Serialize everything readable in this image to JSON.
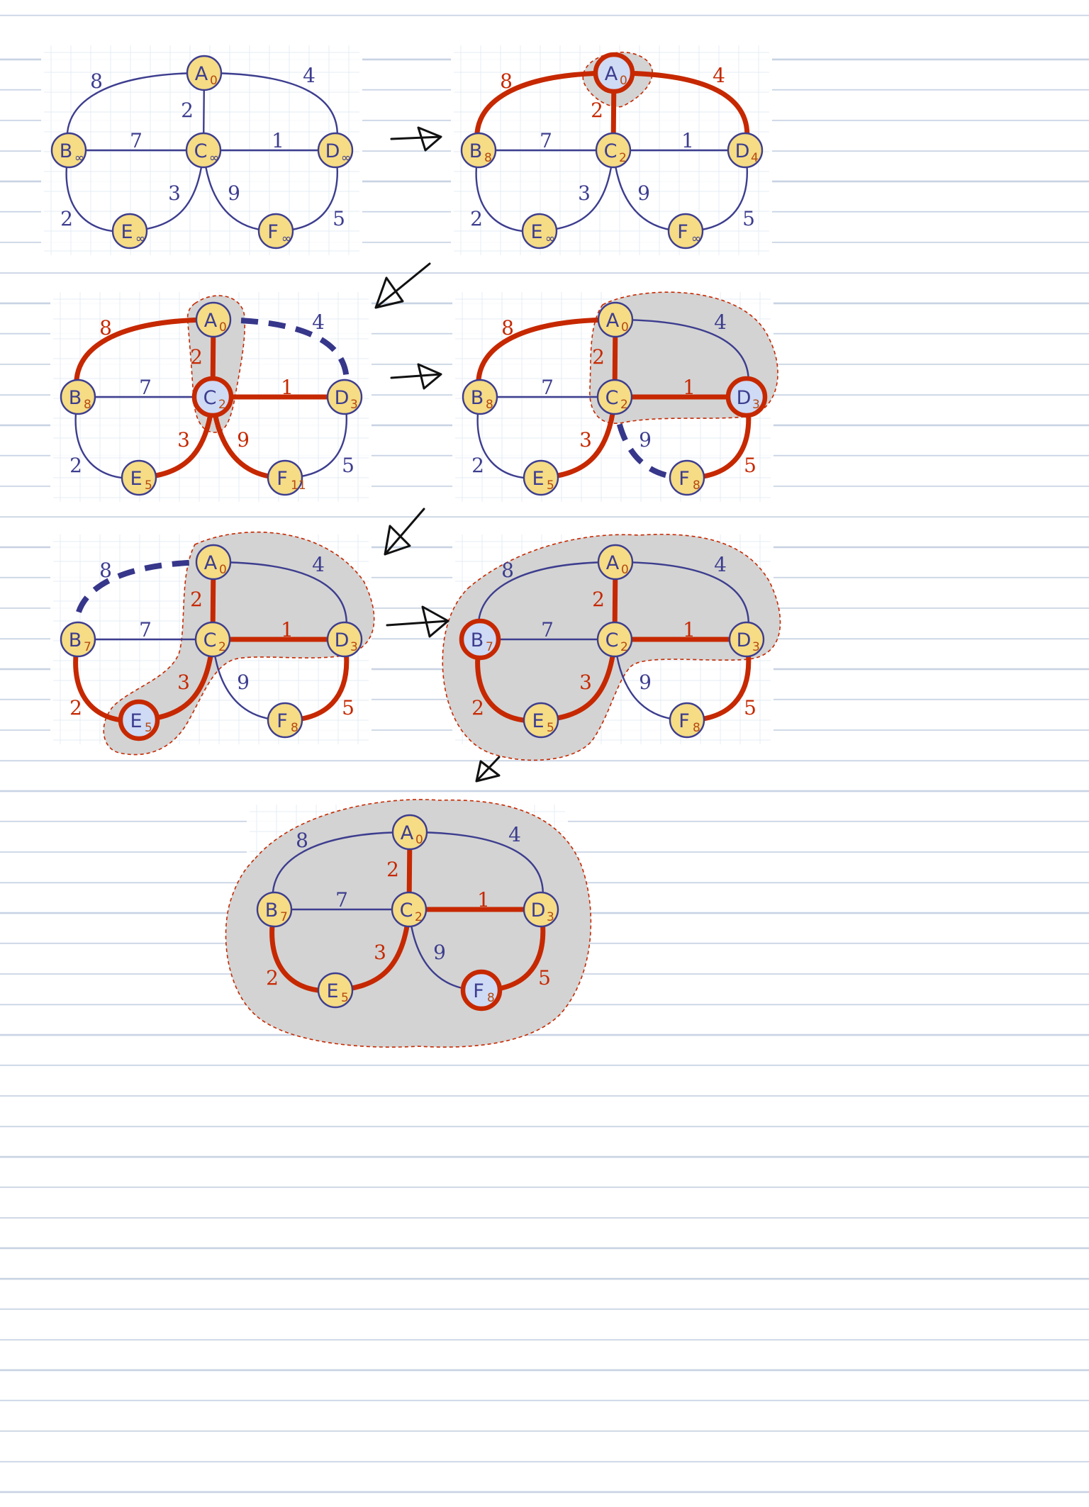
{
  "graph": {
    "nodes": [
      "A",
      "B",
      "C",
      "D",
      "E",
      "F"
    ],
    "edges": [
      {
        "id": "AB",
        "weight": "8"
      },
      {
        "id": "AD",
        "weight": "4"
      },
      {
        "id": "AC",
        "weight": "2"
      },
      {
        "id": "BC",
        "weight": "7"
      },
      {
        "id": "CD",
        "weight": "1"
      },
      {
        "id": "BE",
        "weight": "2"
      },
      {
        "id": "CE",
        "weight": "3"
      },
      {
        "id": "CF",
        "weight": "9"
      },
      {
        "id": "DF",
        "weight": "5"
      }
    ]
  },
  "steps": [
    {
      "labels": {
        "A": "0",
        "B": "∞",
        "C": "∞",
        "D": "∞",
        "E": "∞",
        "F": "∞"
      },
      "current": "",
      "cloud": "none",
      "selected": [],
      "candidate": []
    },
    {
      "labels": {
        "A": "0",
        "B": "8",
        "C": "2",
        "D": "4",
        "E": "∞",
        "F": "∞"
      },
      "current": "A",
      "cloud": "A",
      "selected": [
        "AB",
        "AC",
        "AD"
      ],
      "candidate": []
    },
    {
      "labels": {
        "A": "0",
        "B": "8",
        "C": "2",
        "D": "3",
        "E": "5",
        "F": "11"
      },
      "current": "C",
      "cloud": "AC",
      "selected": [
        "AB",
        "AC",
        "CD",
        "CE",
        "CF"
      ],
      "candidate": [
        "AD"
      ]
    },
    {
      "labels": {
        "A": "0",
        "B": "8",
        "C": "2",
        "D": "3",
        "E": "5",
        "F": "8"
      },
      "current": "D",
      "cloud": "ACD",
      "selected": [
        "AB",
        "AC",
        "CD",
        "CE",
        "DF"
      ],
      "candidate": [
        "CF"
      ]
    },
    {
      "labels": {
        "A": "0",
        "B": "7",
        "C": "2",
        "D": "3",
        "E": "5",
        "F": "8"
      },
      "current": "E",
      "cloud": "ACDE",
      "selected": [
        "AC",
        "CD",
        "CE",
        "BE",
        "DF"
      ],
      "candidate": [
        "AB"
      ]
    },
    {
      "labels": {
        "A": "0",
        "B": "7",
        "C": "2",
        "D": "3",
        "E": "5",
        "F": "8"
      },
      "current": "B",
      "cloud": "ABCDE",
      "selected": [
        "AC",
        "CD",
        "CE",
        "BE",
        "DF"
      ],
      "candidate": []
    },
    {
      "labels": {
        "A": "0",
        "B": "7",
        "C": "2",
        "D": "3",
        "E": "5",
        "F": "8"
      },
      "current": "F",
      "cloud": "ALL",
      "selected": [
        "AC",
        "CD",
        "CE",
        "BE",
        "DF"
      ],
      "candidate": []
    }
  ]
}
